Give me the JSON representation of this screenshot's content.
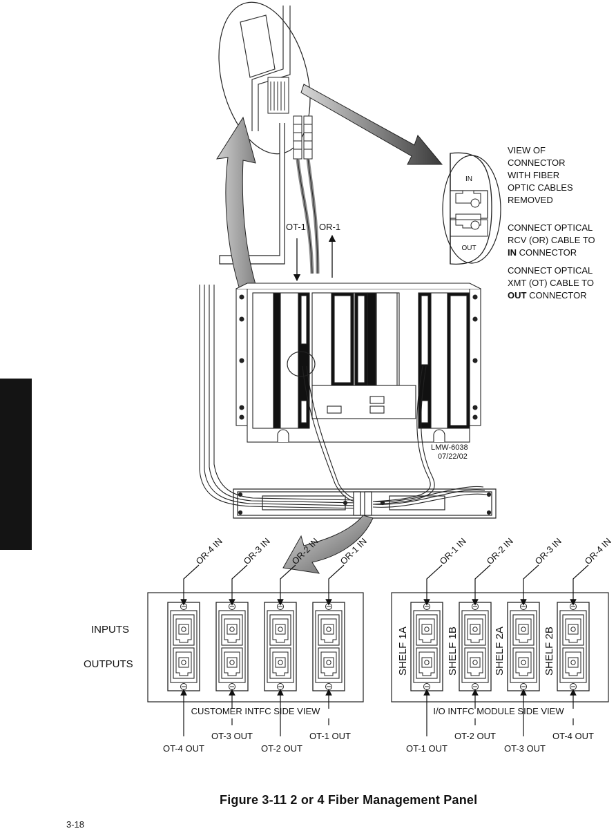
{
  "callout": {
    "view_text": [
      "VIEW OF",
      "CONNECTOR",
      "WITH FIBER",
      "OPTIC CABLES",
      "REMOVED"
    ],
    "rcv_text": [
      "CONNECT OPTICAL",
      "RCV (OR) CABLE TO"
    ],
    "rcv_bold": "IN",
    "rcv_rest": " CONNECTOR",
    "xmt_text": [
      "CONNECT OPTICAL",
      "XMT (OT) CABLE TO"
    ],
    "xmt_bold": "OUT",
    "xmt_rest": " CONNECTOR",
    "connector_in": "IN",
    "connector_out": "OUT"
  },
  "arrows": {
    "ot1": "OT-1",
    "or1": "OR-1"
  },
  "drawing_id": [
    "LMW-6038",
    "07/22/02"
  ],
  "left_panel": {
    "in_labels": [
      "OR-4 IN",
      "OR-3 IN",
      "OR-2 IN",
      "OR-1 IN"
    ],
    "out_labels": [
      "OT-4 OUT",
      "OT-3 OUT",
      "OT-2 OUT",
      "OT-1 OUT"
    ],
    "title": "CUSTOMER INTFC SIDE VIEW"
  },
  "right_panel": {
    "in_labels": [
      "OR-1 IN",
      "OR-2 IN",
      "OR-3 IN",
      "OR-4 IN"
    ],
    "out_labels": [
      "OT-1 OUT",
      "OT-2 OUT",
      "OT-3 OUT",
      "OT-4 OUT"
    ],
    "shelves": [
      "SHELF 1A",
      "SHELF 1B",
      "SHELF 2A",
      "SHELF 2B"
    ],
    "title": "I/O INTFC MODULE SIDE VIEW"
  },
  "side_labels": {
    "inputs": "INPUTS",
    "outputs": "OUTPUTS"
  },
  "caption": "Figure 3-11  2 or 4 Fiber Management Panel",
  "page_number": "3-18"
}
